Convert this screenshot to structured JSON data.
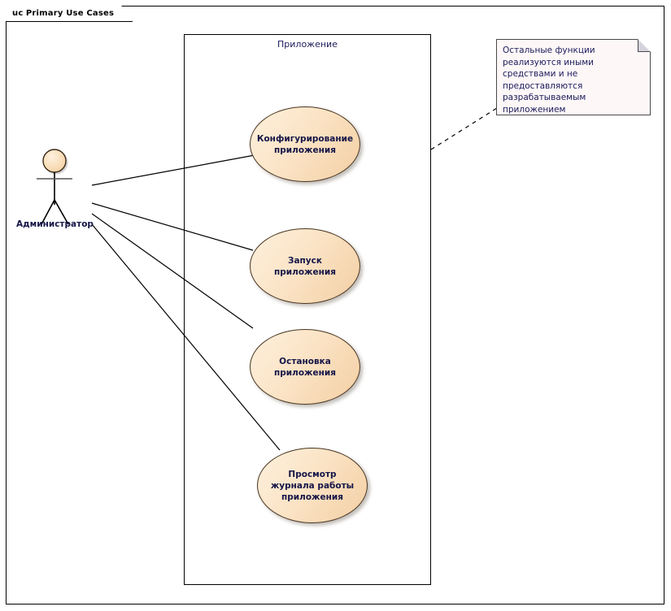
{
  "diagram": {
    "frame": {
      "kind": "uc",
      "name": "Primary Use Cases"
    },
    "boundary": {
      "label": "Приложение"
    },
    "actor": {
      "name": "Администратор",
      "icon": "stick-figure-actor-icon"
    },
    "use_cases": [
      {
        "id": "configure",
        "label": "Конфигурирование приложения"
      },
      {
        "id": "start",
        "label": "Запуск приложения"
      },
      {
        "id": "stop",
        "label": "Остановка приложения"
      },
      {
        "id": "view-log",
        "label": "Просмотр журнала работы приложения"
      }
    ],
    "note": {
      "text": "Остальные функции реализуются иными средствами и не предоставляются разрабатываемым приложением"
    },
    "associations": [
      {
        "from": "actor",
        "to": "configure"
      },
      {
        "from": "actor",
        "to": "start"
      },
      {
        "from": "actor",
        "to": "stop"
      },
      {
        "from": "actor",
        "to": "view-log"
      }
    ],
    "colors": {
      "usecase_fill_light": "#fdf0dd",
      "usecase_fill_dark": "#f3cfa4",
      "usecase_stroke": "#4a3520",
      "actor_head_fill": "#fbe0bd",
      "note_fill": "#fdf7f8",
      "note_fold": "#d7d3de",
      "line": "#000000",
      "text": "#151548"
    }
  }
}
